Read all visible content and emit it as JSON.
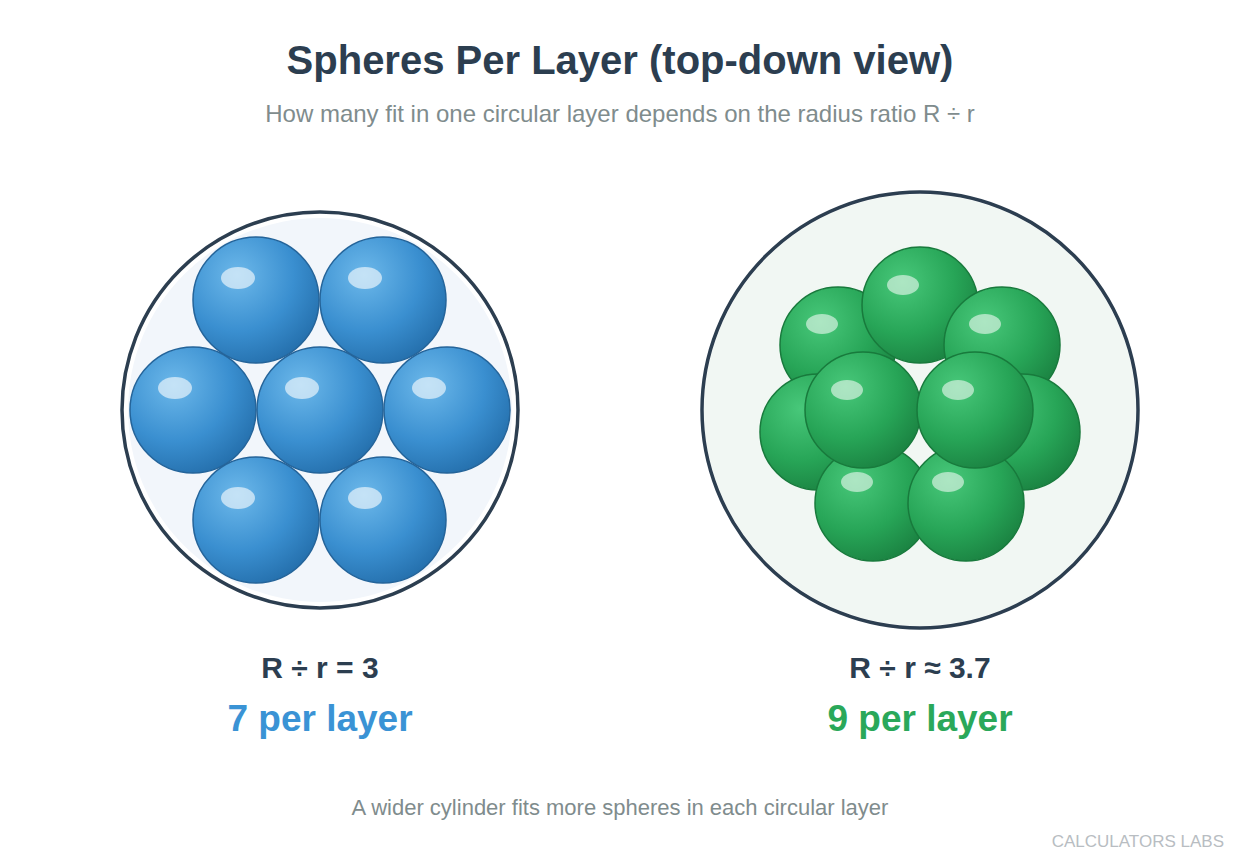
{
  "diagram": {
    "title": "Spheres Per Layer (top-down view)",
    "caption": "A wider cylinder fits more spheres in each circular layer",
    "nodes": [
      {
        "text": [
          "R ÷ r = 3",
          "7 per layer"
        ]
      },
      {
        "text": [
          "R ÷ r ≈ 3.7",
          "9 per layer"
        ]
      }
    ],
    "labels": [
      "How many fit in one circular layer depends on the radius ratio R ÷ r",
      "CALCULATORS LABS"
    ]
  }
}
